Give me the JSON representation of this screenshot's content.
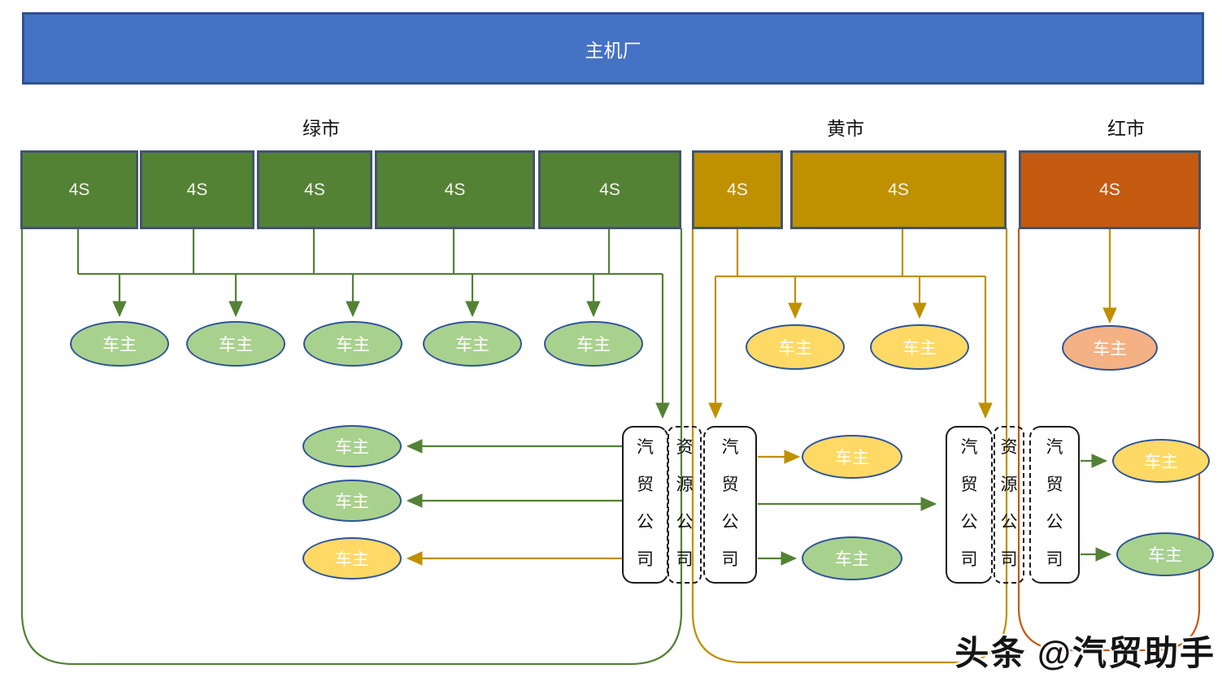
{
  "header": {
    "title": "主机厂"
  },
  "markets": {
    "green": {
      "label": "绿市",
      "stores": [
        "4S",
        "4S",
        "4S",
        "4S",
        "4S"
      ],
      "color": "#548235"
    },
    "yellow": {
      "label": "黄市",
      "stores": [
        "4S",
        "4S"
      ],
      "color": "#BF9000"
    },
    "red": {
      "label": "红市",
      "stores": [
        "4S"
      ],
      "color": "#C55A11"
    }
  },
  "nodes": {
    "owner_label": "车主",
    "trading_company_label": "汽贸公司",
    "resource_company_label": "资源公司"
  },
  "watermark": "头条 @汽贸助手",
  "colors": {
    "header_fill": "#4472C4",
    "header_border": "#2F528F",
    "store_border": "#44546A",
    "owner_fill_green": "#A9D18E",
    "owner_fill_yellow": "#FFD966",
    "owner_fill_salmon": "#F4B183",
    "owner_border": "#2F5597",
    "line_green": "#538135",
    "line_gold": "#BF9000",
    "line_red": "#C55A11"
  }
}
